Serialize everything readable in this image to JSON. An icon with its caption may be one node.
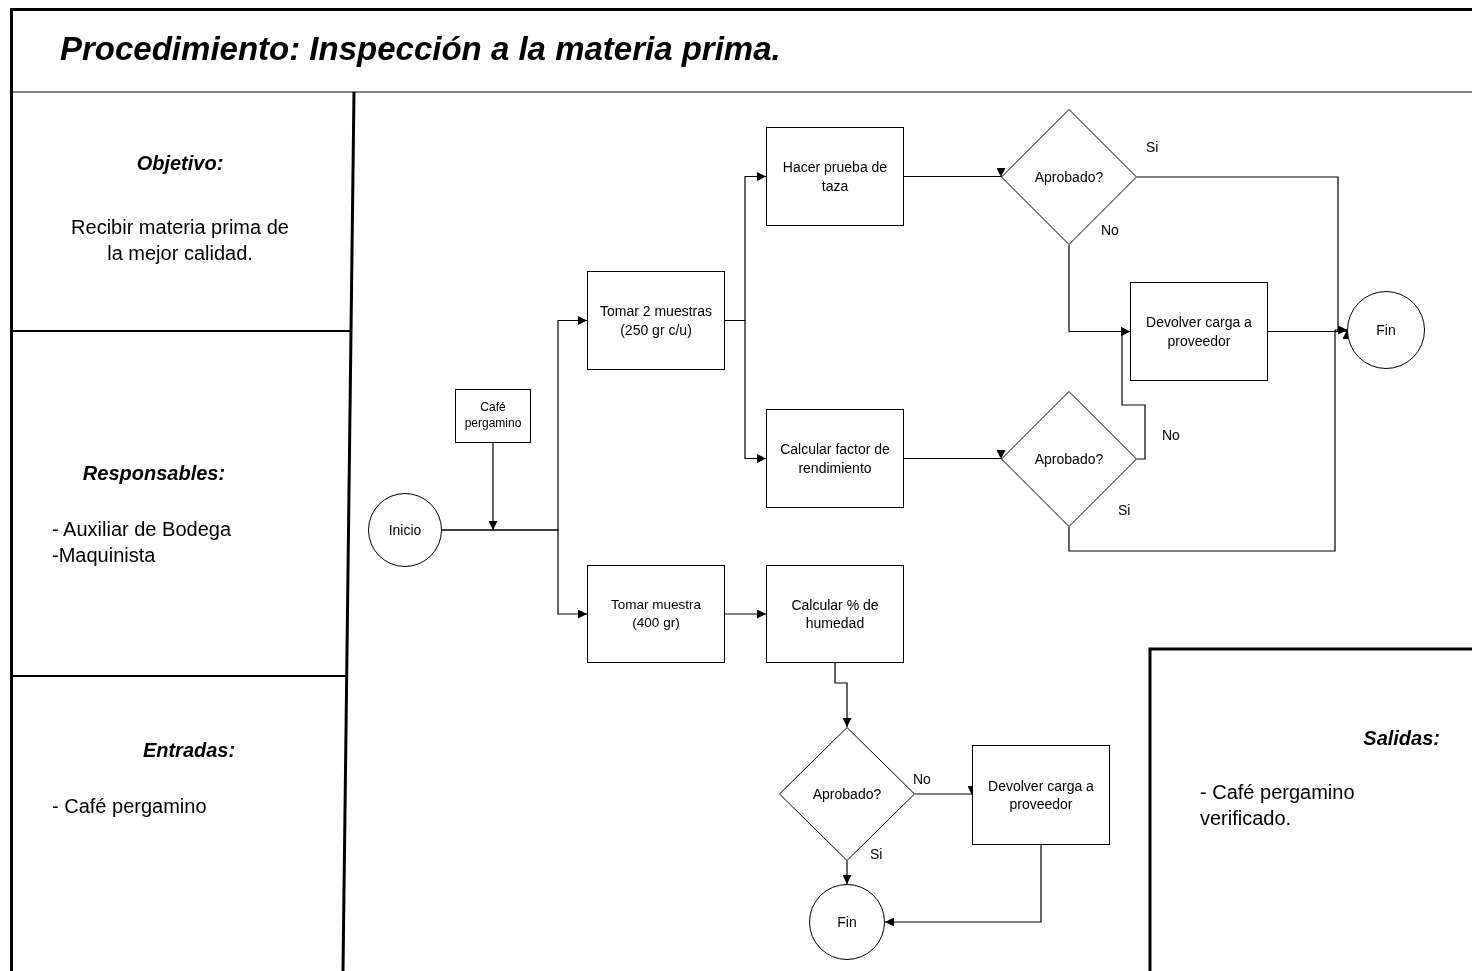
{
  "diagram": {
    "title": "Procedimiento: Inspección a la materia prima.",
    "nodes": [
      {
        "text": [
          "Objetivo:",
          "Recibir materia prima de la mejor calidad."
        ]
      },
      {
        "text": [
          "Responsables:",
          "- Auxiliar de Bodega",
          "-Maquinista"
        ]
      },
      {
        "text": [
          "Entradas:",
          "- Café pergamino"
        ]
      },
      {
        "text": [
          "Salidas:",
          "- Café pergamino verificado."
        ]
      },
      {
        "text": [
          "Inicio"
        ]
      },
      {
        "text": [
          "Café pergamino"
        ]
      },
      {
        "text": [
          "Tomar 2 muestras (250 gr c/u)"
        ]
      },
      {
        "text": [
          "Tomar muestra (400 gr)"
        ]
      },
      {
        "text": [
          "Hacer prueba de taza"
        ]
      },
      {
        "text": [
          "Calcular factor de rendimiento"
        ]
      },
      {
        "text": [
          "Calcular % de humedad"
        ]
      },
      {
        "text": [
          "Aprobado?"
        ]
      },
      {
        "text": [
          "Aprobado?"
        ]
      },
      {
        "text": [
          "Devolver carga a proveedor"
        ]
      },
      {
        "text": [
          "Fin"
        ]
      },
      {
        "text": [
          "Aprobado?"
        ]
      },
      {
        "text": [
          "Devolver carga a proveedor"
        ]
      },
      {
        "text": [
          "Fin"
        ]
      }
    ],
    "edges": [
      {
        "from": 4,
        "to": 6,
        "arrow": "to"
      },
      {
        "from": 4,
        "to": 7,
        "arrow": "to"
      },
      {
        "from": 5,
        "to": 6,
        "arrow": "to"
      },
      {
        "from": 5,
        "to": 7,
        "arrow": "to"
      },
      {
        "from": 6,
        "to": 8,
        "arrow": "to"
      },
      {
        "from": 6,
        "to": 9,
        "arrow": "to"
      },
      {
        "from": 7,
        "to": 10,
        "arrow": "to"
      },
      {
        "from": 8,
        "to": 11,
        "arrow": "to"
      },
      {
        "from": 9,
        "to": 12,
        "arrow": "to"
      },
      {
        "from": 11,
        "to": 14,
        "arrow": "to",
        "label": "Si"
      },
      {
        "from": 11,
        "to": 13,
        "arrow": "to",
        "label": "No"
      },
      {
        "from": 12,
        "to": 13,
        "arrow": "to",
        "label": "No"
      },
      {
        "from": 12,
        "to": 14,
        "arrow": "to",
        "label": "Si"
      },
      {
        "from": 13,
        "to": 14,
        "arrow": "to"
      },
      {
        "from": 10,
        "to": 15,
        "arrow": "to"
      },
      {
        "from": 15,
        "to": 16,
        "arrow": "to",
        "label": "No"
      },
      {
        "from": 15,
        "to": 17,
        "arrow": "to",
        "label": "Si"
      },
      {
        "from": 16,
        "to": 17,
        "arrow": "to"
      }
    ]
  }
}
